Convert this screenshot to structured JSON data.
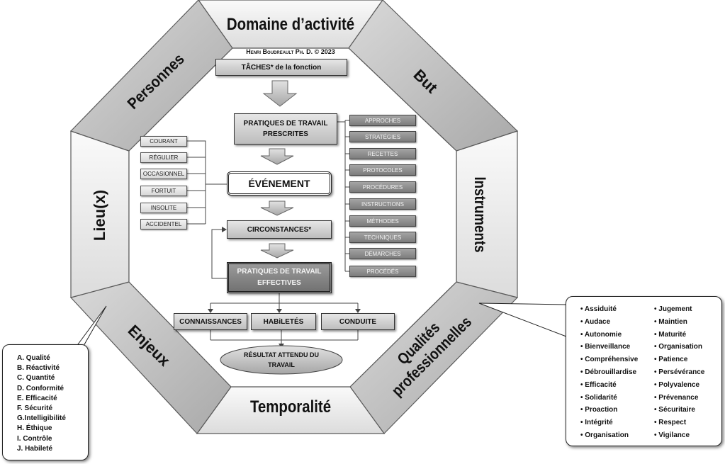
{
  "octagon": {
    "top": "Domaine d’activité",
    "top_right": "But",
    "right": "Instruments",
    "bottom_right": "Qualités professionnelles",
    "bottom": "Temporalité",
    "bottom_left": "Enjeux",
    "left": "Lieu(x)",
    "top_left": "Personnes"
  },
  "author": "Henri Boudreault Ph. D. © 2023",
  "center": {
    "taches": "TÂCHES* de la fonction",
    "prescrites_line1": "PRATIQUES DE TRAVAIL",
    "prescrites_line2": "PRESCRITES",
    "evenement": "ÉVÉNEMENT",
    "circonstances": "CIRCONSTANCES*",
    "effectives_line1": "PRATIQUES DE TRAVAIL",
    "effectives_line2": "EFFECTIVES",
    "connaissances": "CONNAISSANCES",
    "habiletes": "HABiLETÉS",
    "conduite": "CONDUITE",
    "resultat_line1": "RÉSULTAT ATTENDU DU",
    "resultat_line2": "TRAVAIL"
  },
  "frequencies": [
    "COURANT",
    "RÉGULIER",
    "OCCASIONNEL",
    "FORTUIT",
    "INSOLITE",
    "ACCIDENTEL"
  ],
  "methods": [
    "APPROCHES",
    "STRATÉGIES",
    "RECETTES",
    "PROTOCOLES",
    "PROCÉDURES",
    "INSTRUCTIONS",
    "MÉTHODES",
    "TECHNIQUES",
    "DÉMARCHES",
    "PROCÉDÉS"
  ],
  "qualities_col1": [
    "• Assiduité",
    "• Audace",
    "• Autonomie",
    "• Bienveillance",
    "• Compréhensive",
    "• Débrouillardise",
    "• Efficacité",
    "• Solidarité",
    "• Proaction",
    "• Intégrité",
    "• Organisation"
  ],
  "qualities_col2": [
    "• Jugement",
    "• Maintien",
    "• Maturité",
    "• Organisation",
    "• Patience",
    "• Persévérance",
    "• Polyvalence",
    "• Prévenance",
    "• Sécuritaire",
    "• Respect",
    "• Vigilance"
  ],
  "enjeux": [
    "A. Qualité",
    "B. Réactivité",
    "C. Quantité",
    "D. Conformité",
    "E. Efficacité",
    "F. Sécurité",
    "G.Intelligibilité",
    "H. Éthique",
    "I. Contrôle",
    "J. Habileté"
  ]
}
